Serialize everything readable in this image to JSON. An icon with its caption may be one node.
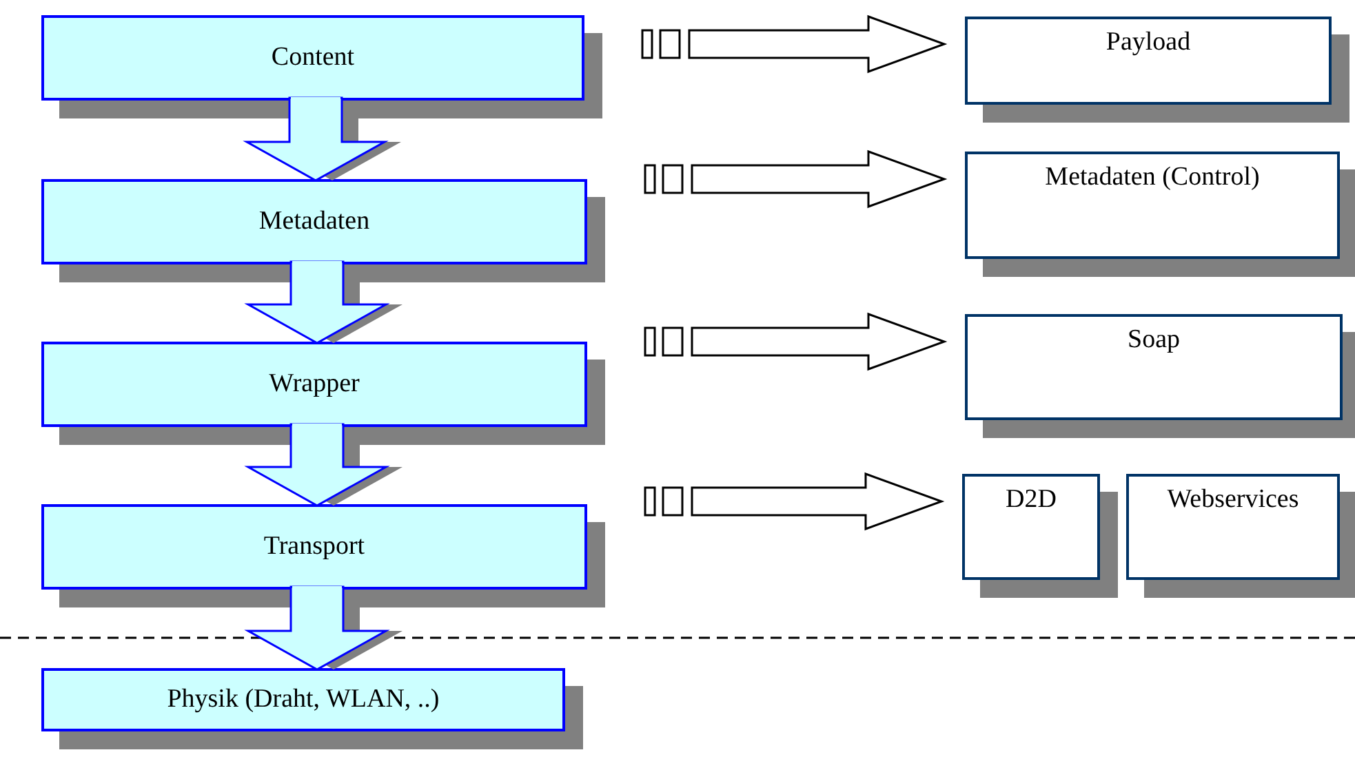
{
  "diagram": {
    "nodes": [
      {
        "text": [
          "Content"
        ]
      },
      {
        "text": [
          "Metadaten"
        ]
      },
      {
        "text": [
          "Wrapper"
        ]
      },
      {
        "text": [
          "Transport"
        ]
      },
      {
        "text": [
          "Physik (Draht, WLAN, ..)"
        ]
      },
      {
        "text": [
          "Payload"
        ]
      },
      {
        "text": [
          "Metadaten (Control)"
        ]
      },
      {
        "text": [
          "Soap"
        ]
      },
      {
        "text": [
          "D2D"
        ]
      },
      {
        "text": [
          "Webservices"
        ]
      }
    ],
    "edges": [
      {
        "from": 0,
        "to": 1,
        "arrow": "to"
      },
      {
        "from": 1,
        "to": 2,
        "arrow": "to"
      },
      {
        "from": 2,
        "to": 3,
        "arrow": "to"
      },
      {
        "from": 3,
        "to": 4,
        "arrow": "to"
      },
      {
        "from": 0,
        "to": 5,
        "arrow": "to"
      },
      {
        "from": 1,
        "to": 6,
        "arrow": "to"
      },
      {
        "from": 2,
        "to": 7,
        "arrow": "to"
      },
      {
        "from": 3,
        "to": 8,
        "arrow": "to"
      }
    ]
  }
}
